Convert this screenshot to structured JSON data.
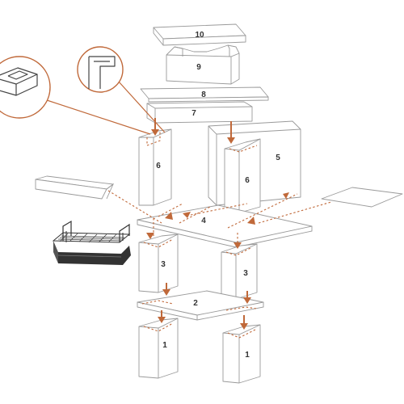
{
  "parts": [
    {
      "id": "10",
      "label": "10"
    },
    {
      "id": "9",
      "label": "9"
    },
    {
      "id": "8",
      "label": "8"
    },
    {
      "id": "7",
      "label": "7"
    },
    {
      "id": "6a",
      "label": "6"
    },
    {
      "id": "6b",
      "label": "6"
    },
    {
      "id": "5",
      "label": "5"
    },
    {
      "id": "4",
      "label": "4"
    },
    {
      "id": "3a",
      "label": "3"
    },
    {
      "id": "3b",
      "label": "3"
    },
    {
      "id": "2",
      "label": "2"
    },
    {
      "id": "1a",
      "label": "1"
    },
    {
      "id": "1b",
      "label": "1"
    }
  ],
  "colors": {
    "line": "#9a9a9a",
    "accent": "#c0693a",
    "text": "#333333",
    "grill": "#333333"
  },
  "icons": {
    "detail_left": "joint-detail-circle-icon",
    "detail_right": "corner-detail-circle-icon",
    "grill": "grill-grate-icon"
  }
}
